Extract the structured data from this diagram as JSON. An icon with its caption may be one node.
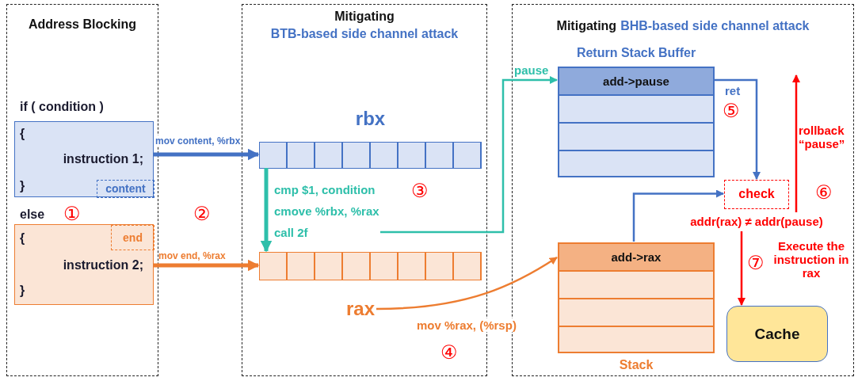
{
  "diagram": {
    "nodes": [
      {
        "text": [
          "Address Blocking"
        ]
      },
      {
        "text": [
          "if ( condition )",
          "{",
          "instruction 1;",
          "}"
        ],
        "in": 0
      },
      {
        "text": [
          "content"
        ],
        "in": 1
      },
      {
        "text": [
          "else",
          "{",
          "instruction 2;",
          "}"
        ],
        "in": 0
      },
      {
        "text": [
          "end"
        ],
        "in": 3
      },
      {
        "text": [
          "Mitigating",
          "BTB-based side channel attack"
        ]
      },
      {
        "text": [
          "rbx"
        ],
        "in": 5
      },
      {
        "text": [],
        "shape": "bar",
        "in": 5
      },
      {
        "text": [
          "rax"
        ],
        "in": 5
      },
      {
        "text": [
          "Mitigating",
          "BHB-based side channel attack"
        ]
      },
      {
        "text": [
          "Return Stack Buffer",
          "add->pause"
        ],
        "in": 9
      },
      {
        "text": [
          "check"
        ],
        "in": 9
      },
      {
        "text": [
          "add->rax",
          "Stack"
        ],
        "in": 9
      },
      {
        "text": [
          "Cache"
        ],
        "in": 9
      },
      {
        "text": [
          "cmp $1, condition",
          "cmove %rbx, %rax",
          "call 2f"
        ],
        "in": 5
      },
      {
        "text": [
          "addr(rax) ≠ addr(pause)"
        ],
        "in": 9
      }
    ],
    "edges": [
      {
        "from": 1,
        "to": 6,
        "arrow": "to",
        "label": "mov content, %rbx",
        "style": "thick"
      },
      {
        "from": 3,
        "to": 7,
        "arrow": "to",
        "label": "mov end,  %rax",
        "style": "thick",
        "color": "#ed7d31"
      },
      {
        "from": 6,
        "to": 7,
        "arrow": "to",
        "style": "thick",
        "color": "#2ebfaa"
      },
      {
        "from": 14,
        "to": 10,
        "arrow": "to",
        "label": "pause",
        "color": "#2ebfaa"
      },
      {
        "from": 8,
        "to": 12,
        "arrow": "to",
        "label": "mov %rax, (%rsp)",
        "color": "#ed7d31"
      },
      {
        "from": 10,
        "to": 11,
        "arrow": "to",
        "label": "ret"
      },
      {
        "from": 12,
        "to": 11,
        "arrow": "to"
      },
      {
        "from": 15,
        "to": null,
        "arrow": "to",
        "label": "rollback “pause”",
        "color": "#ff0000"
      },
      {
        "from": 15,
        "to": 13,
        "arrow": "to",
        "label": "Execute the instruction in rax",
        "color": "#ff0000"
      }
    ],
    "labels": [
      "①",
      "②",
      "③",
      "④",
      "⑤",
      "⑥",
      "⑦"
    ]
  }
}
